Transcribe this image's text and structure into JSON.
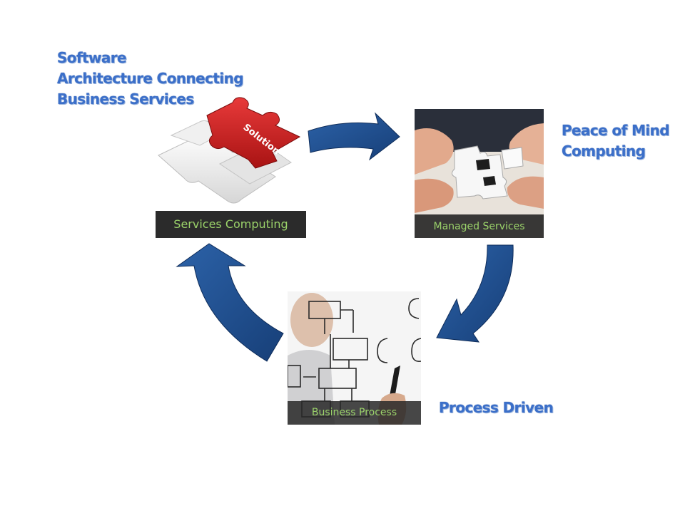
{
  "headings": {
    "software": [
      "Software",
      "Architecture Connecting",
      "Business Services"
    ],
    "peace_of_mind": [
      "Peace of Mind",
      "Computing"
    ],
    "process_driven": [
      "Process Driven"
    ]
  },
  "nodes": {
    "services_computing": {
      "caption": "Services Computing",
      "puzzle_label": "Solution"
    },
    "managed_services": {
      "caption": "Managed Services"
    },
    "business_process": {
      "caption": "Business Process"
    }
  },
  "colors": {
    "heading_blue": "#3b6fc9",
    "arrow_blue": "#1f4f8f",
    "caption_green": "#9bd36a",
    "caption_bg": "#2b2b2b",
    "puzzle_red": "#d42424"
  },
  "icons": [
    "cycle-arrow",
    "puzzle-piece-icon"
  ]
}
